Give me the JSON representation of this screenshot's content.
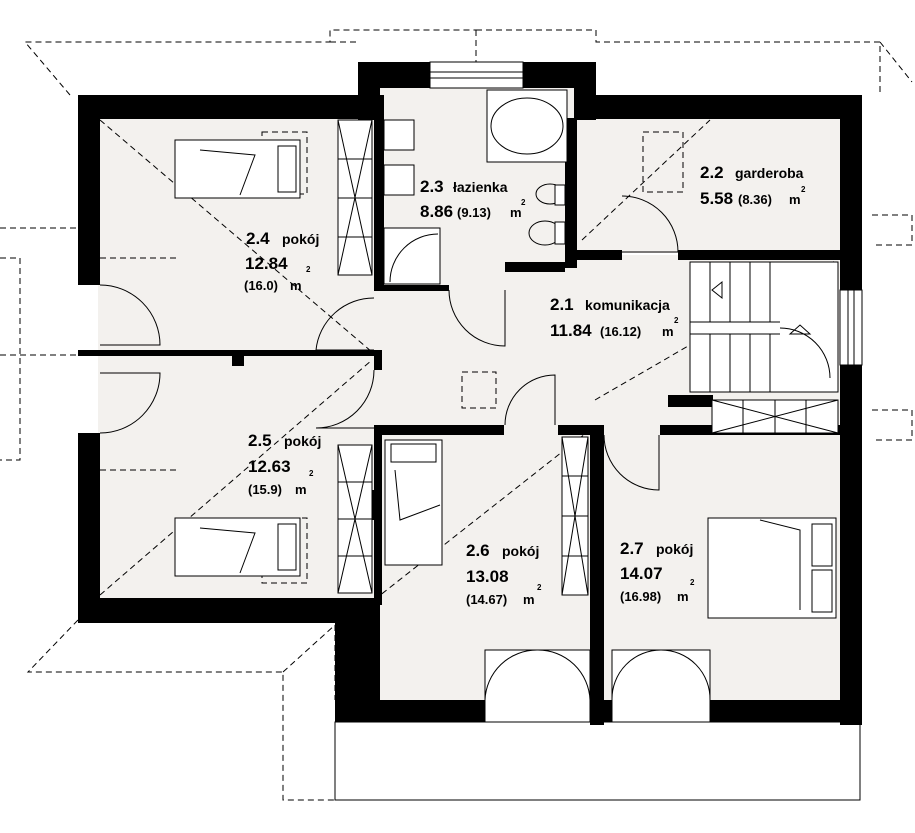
{
  "rooms": [
    {
      "id": "2.4",
      "name": "pokój",
      "area": "12.84",
      "area_sup": "2",
      "gross": "(16.0)",
      "unit": "m"
    },
    {
      "id": "2.3",
      "name": "łazienka",
      "area": "8.86",
      "area_sup": "2",
      "gross": "(9.13)",
      "unit": "m"
    },
    {
      "id": "2.2",
      "name": "garderoba",
      "area": "5.58",
      "area_sup": "2",
      "gross": "(8.36)",
      "unit": "m"
    },
    {
      "id": "2.1",
      "name": "komunikacja",
      "area": "11.84",
      "area_sup": "2",
      "gross": "(16.12)",
      "unit": "m"
    },
    {
      "id": "2.5",
      "name": "pokój",
      "area": "12.63",
      "area_sup": "2",
      "gross": "(15.9)",
      "unit": "m"
    },
    {
      "id": "2.6",
      "name": "pokój",
      "area": "13.08",
      "area_sup": "2",
      "gross": "(14.67)",
      "unit": "m"
    },
    {
      "id": "2.7",
      "name": "pokój",
      "area": "14.07",
      "area_sup": "2",
      "gross": "(16.98)",
      "unit": "m"
    }
  ]
}
